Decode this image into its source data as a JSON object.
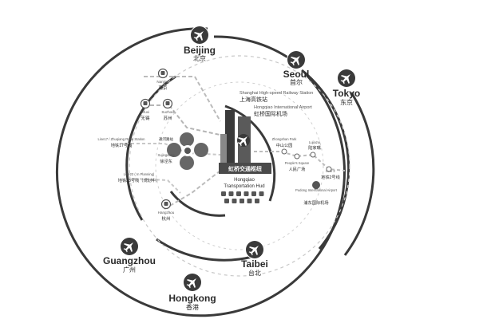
{
  "colors": {
    "ring": "#3a3a3a",
    "ring_light": "#5a5a5a",
    "dash": "#b8b8b8",
    "rail": "#aaaaaa",
    "metro": "#c4c4c4",
    "text": "#2a2a2a",
    "small_text": "#555555",
    "hub_dark": "#3a3a3a",
    "hub_light": "#7c7c7c",
    "banner": "#4a4a4a",
    "banner_text": "#ffffff"
  },
  "cities": [
    {
      "key": "beijing",
      "en": "Beijing",
      "zh": "北京",
      "icon": "airplane-icon"
    },
    {
      "key": "seoul",
      "en": "Seoul",
      "zh": "首尔",
      "icon": "airplane-icon"
    },
    {
      "key": "tokyo",
      "en": "Tokyo",
      "zh": "东京",
      "icon": "airplane-icon"
    },
    {
      "key": "taibei",
      "en": "Taibei",
      "zh": "台北",
      "icon": "airplane-icon"
    },
    {
      "key": "hongkong",
      "en": "Hongkong",
      "zh": "香港",
      "icon": "airplane-icon"
    },
    {
      "key": "guangzhou",
      "en": "Guangzhou",
      "zh": "广州",
      "icon": "airplane-icon"
    }
  ],
  "stations": [
    {
      "key": "nanjing",
      "en": "Nanjing",
      "zh": "南京",
      "icon": "train-icon"
    },
    {
      "key": "wuxi",
      "en": "Wuxi",
      "zh": "无锡",
      "icon": "train-icon"
    },
    {
      "key": "suzhou",
      "en": "Suzhou",
      "zh": "苏州",
      "icon": "train-icon"
    },
    {
      "key": "hangzhou",
      "en": "Hangzhou",
      "zh": "杭州",
      "icon": "train-icon"
    }
  ],
  "metro": {
    "zhuqiao_en": "Line17 / Zhuqiang Road Station",
    "zhuqiao_zh": "地铁17号线",
    "zhujia_en": "通河路站",
    "xujing_en": "Xujingdong",
    "xujing_zh": "徐泾东",
    "line23_en": "Line23 ( In Planning)",
    "line23_zh": "地铁23号线（规划中）",
    "zhongshan_en": "Zhongshan Park",
    "zhongshan_zh": "中山公园",
    "lujiazui_en": "Lujiazui",
    "lujiazui_zh": "陆家嘴",
    "peoples_en": "People's Square",
    "peoples_zh": "人民广场",
    "line2_en": "Line 2",
    "line2_zh": "地铁2号线",
    "pudong_en": "Pudong International Airport",
    "pudong_zh": "浦东国际机场"
  },
  "hub": {
    "railway_en": "Shanghai High-speed Railway Station",
    "railway_zh": "上海高铁站",
    "airport_en": "Hongqiao International Airport",
    "airport_zh": "虹桥国际机场",
    "banner_zh": "虹桥交通枢纽",
    "title_en_1": "Hongqiao",
    "title_en_2": "Transportation Hud"
  },
  "transport_icons": [
    "airplane-icon",
    "train-icon",
    "metro-icon",
    "bus-icon",
    "taxi-icon",
    "car-icon",
    "coach-icon",
    "bus-icon",
    "car-icon",
    "coach-icon",
    "taxi-icon"
  ]
}
